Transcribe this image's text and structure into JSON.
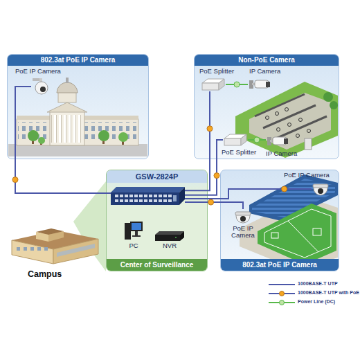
{
  "diagram": {
    "nodes": [
      {
        "text": [
          "802.3at PoE IP Camera"
        ]
      },
      {
        "text": [
          "PoE IP Camera"
        ],
        "in": 0
      },
      {
        "text": [
          "Non-PoE Camera"
        ]
      },
      {
        "text": [
          "PoE Splitter"
        ],
        "in": 2
      },
      {
        "text": [
          "IP Camera"
        ],
        "in": 2
      },
      {
        "text": [
          "PoE Splitter"
        ],
        "in": 2
      },
      {
        "text": [
          "IP Camera"
        ],
        "in": 2
      },
      {
        "text": [
          "Center of Surveillance"
        ]
      },
      {
        "text": [
          "GSW-2824P"
        ],
        "in": 7
      },
      {
        "text": [
          "PC"
        ],
        "in": 7
      },
      {
        "text": [
          "NVR"
        ],
        "in": 7
      },
      {
        "text": [
          "Campus"
        ]
      },
      {
        "text": [
          "802.3at PoE IP Camera"
        ]
      },
      {
        "text": [
          "PoE IP Camera"
        ],
        "in": 12
      },
      {
        "text": [
          "PoE IP Camera"
        ],
        "in": 12
      }
    ],
    "edges": [
      {
        "from": 8,
        "to": 1,
        "arrow": "none"
      },
      {
        "from": 8,
        "to": 3,
        "arrow": "none"
      },
      {
        "from": 8,
        "to": 5,
        "arrow": "none"
      },
      {
        "from": 3,
        "to": 4,
        "arrow": "none"
      },
      {
        "from": 5,
        "to": 6,
        "arrow": "none"
      },
      {
        "from": 8,
        "to": 13,
        "arrow": "none"
      },
      {
        "from": 8,
        "to": 14,
        "arrow": "none"
      }
    ],
    "legend": [
      {
        "text": "1000BASE-T UTP"
      },
      {
        "text": "1000BASE-T UTP with PoE"
      },
      {
        "text": "Power Line (DC)"
      }
    ]
  }
}
